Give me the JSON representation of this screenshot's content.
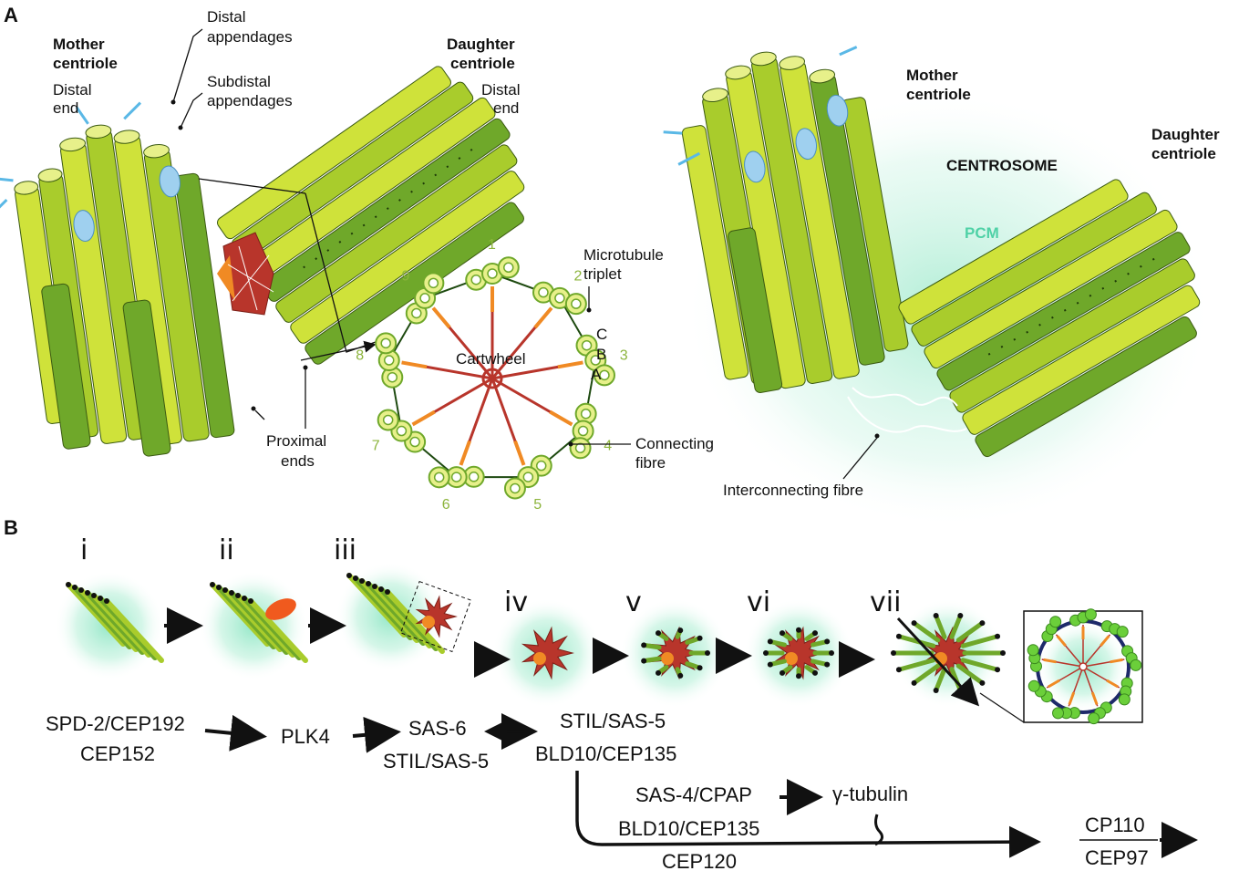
{
  "panelA": {
    "label": "A",
    "left": {
      "mother_title": "Mother",
      "mother_title2": "centriole",
      "mother_end": "Distal",
      "mother_end2": "end",
      "daughter_title": "Daughter",
      "daughter_title2": "centriole",
      "daughter_end": "Distal",
      "daughter_end2": "end",
      "distal_app": "Distal",
      "distal_app2": "appendages",
      "subdistal_app": "Subdistal",
      "subdistal_app2": "appendages",
      "proximal": "Proximal",
      "proximal2": "ends"
    },
    "crosssection": {
      "microtubule": "Microtubule",
      "microtubule2": "triplet",
      "cartwheel": "Cartwheel",
      "connecting": "Connecting",
      "connecting2": "fibre",
      "tubule_c": "C",
      "tubule_b": "B",
      "tubule_a": "A",
      "numbers": [
        "1",
        "2",
        "3",
        "4",
        "5",
        "6",
        "7",
        "8",
        "9"
      ]
    },
    "right": {
      "mother": "Mother",
      "mother2": "centriole",
      "centrosome": "CENTROSOME",
      "daughter": "Daughter",
      "daughter2": "centriole",
      "pcm": "PCM",
      "interconnecting": "Interconnecting fibre"
    }
  },
  "panelB": {
    "label": "B",
    "stages": [
      "i",
      "ii",
      "iii",
      "iv",
      "v",
      "vi",
      "vii"
    ],
    "proteins": {
      "spd2": "SPD-2/CEP192",
      "cep152": "CEP152",
      "plk4": "PLK4",
      "sas6": "SAS-6",
      "stil_sas5_a": "STIL/SAS-5",
      "stil_sas5_b": "STIL/SAS-5",
      "bld10_a": "BLD10/CEP135",
      "sas4": "SAS-4/CPAP",
      "gamma": "γ-tubulin",
      "bld10_b": "BLD10/CEP135",
      "cep120": "CEP120",
      "cp110": "CP110",
      "cep97": "CEP97"
    }
  },
  "colors": {
    "light_green": "#cfe23a",
    "mid_green": "#a9cc2c",
    "dark_green": "#6fa82a",
    "appendage_blue": "#5ab8e6",
    "cartwheel_red": "#b8352b",
    "fibre_orange": "#f08a24",
    "pcm_teal": "#4fd1a6"
  }
}
